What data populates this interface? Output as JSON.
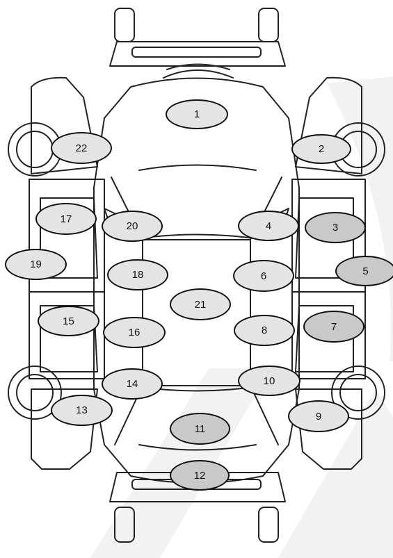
{
  "diagram": {
    "zones": [
      {
        "id": "1",
        "label": "1",
        "shade": "light"
      },
      {
        "id": "2",
        "label": "2",
        "shade": "light"
      },
      {
        "id": "3",
        "label": "3",
        "shade": "dark"
      },
      {
        "id": "4",
        "label": "4",
        "shade": "light"
      },
      {
        "id": "5",
        "label": "5",
        "shade": "dark"
      },
      {
        "id": "6",
        "label": "6",
        "shade": "light"
      },
      {
        "id": "7",
        "label": "7",
        "shade": "dark"
      },
      {
        "id": "8",
        "label": "8",
        "shade": "light"
      },
      {
        "id": "9",
        "label": "9",
        "shade": "light"
      },
      {
        "id": "10",
        "label": "10",
        "shade": "light"
      },
      {
        "id": "11",
        "label": "11",
        "shade": "dark"
      },
      {
        "id": "12",
        "label": "12",
        "shade": "dark"
      },
      {
        "id": "13",
        "label": "13",
        "shade": "light"
      },
      {
        "id": "14",
        "label": "14",
        "shade": "light"
      },
      {
        "id": "15",
        "label": "15",
        "shade": "light"
      },
      {
        "id": "16",
        "label": "16",
        "shade": "light"
      },
      {
        "id": "17",
        "label": "17",
        "shade": "light"
      },
      {
        "id": "18",
        "label": "18",
        "shade": "light"
      },
      {
        "id": "19",
        "label": "19",
        "shade": "light"
      },
      {
        "id": "20",
        "label": "20",
        "shade": "light"
      },
      {
        "id": "21",
        "label": "21",
        "shade": "light"
      },
      {
        "id": "22",
        "label": "22",
        "shade": "light"
      }
    ]
  }
}
